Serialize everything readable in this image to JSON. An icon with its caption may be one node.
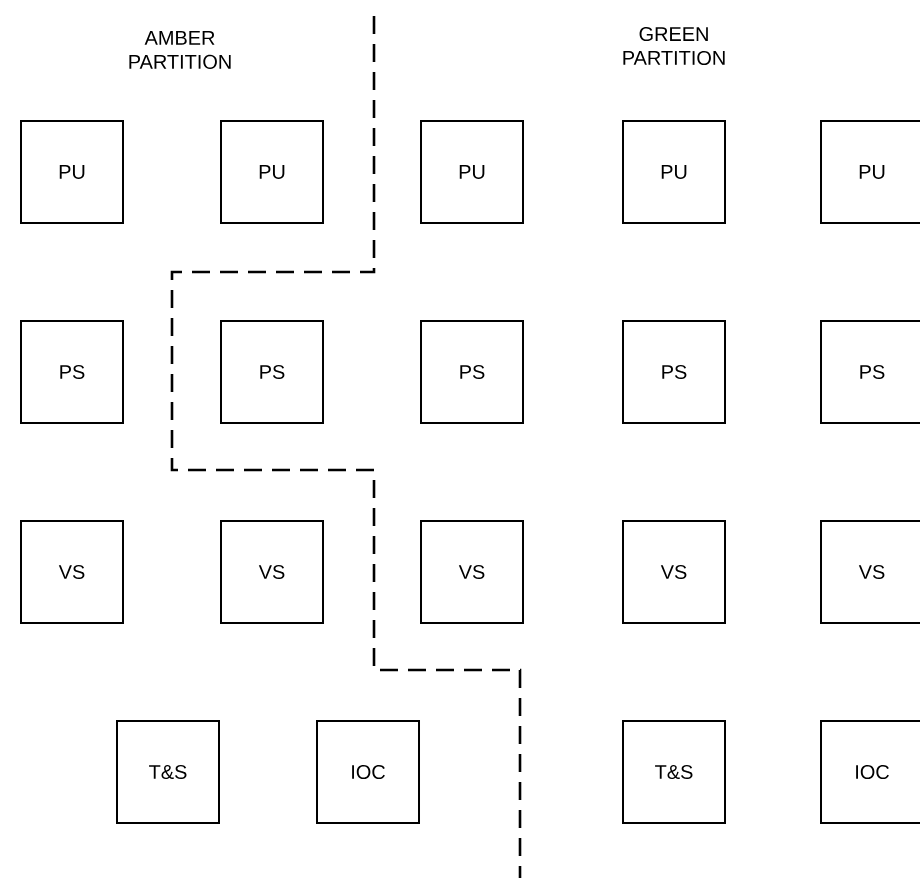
{
  "diagram": {
    "nodes": [
      {
        "text": [
          "PU"
        ]
      },
      {
        "text": [
          "PU"
        ]
      },
      {
        "text": [
          "PU"
        ]
      },
      {
        "text": [
          "PU"
        ]
      },
      {
        "text": [
          "PU"
        ]
      },
      {
        "text": [
          "PS"
        ]
      },
      {
        "text": [
          "PS"
        ]
      },
      {
        "text": [
          "PS"
        ]
      },
      {
        "text": [
          "PS"
        ]
      },
      {
        "text": [
          "PS"
        ]
      },
      {
        "text": [
          "VS"
        ]
      },
      {
        "text": [
          "VS"
        ]
      },
      {
        "text": [
          "VS"
        ]
      },
      {
        "text": [
          "VS"
        ]
      },
      {
        "text": [
          "VS"
        ]
      },
      {
        "text": [
          "T&S"
        ]
      },
      {
        "text": [
          "IOC"
        ]
      },
      {
        "text": [
          "T&S"
        ]
      },
      {
        "text": [
          "IOC"
        ]
      }
    ],
    "labels": [
      "AMBER PARTITION",
      "GREEN PARTITION"
    ]
  }
}
